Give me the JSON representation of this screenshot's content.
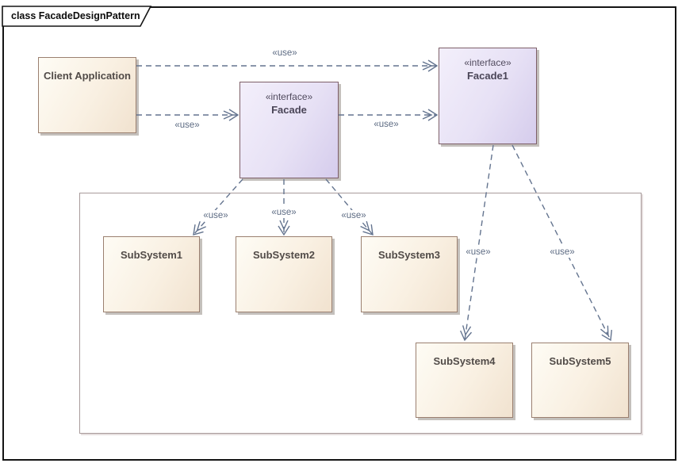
{
  "frame": {
    "label": "class FacadeDesignPattern"
  },
  "nodes": {
    "client": {
      "name": "Client Application"
    },
    "facade": {
      "stereotype": "«interface»",
      "name": "Facade"
    },
    "facade1": {
      "stereotype": "«interface»",
      "name": "Facade1"
    },
    "sub1": {
      "name": "SubSystem1"
    },
    "sub2": {
      "name": "SubSystem2"
    },
    "sub3": {
      "name": "SubSystem3"
    },
    "sub4": {
      "name": "SubSystem4"
    },
    "sub5": {
      "name": "SubSystem5"
    }
  },
  "edges": {
    "type": "dashed-dependency-open-arrow",
    "list": [
      {
        "from": "Client Application",
        "to": "Facade1",
        "label": "«use»"
      },
      {
        "from": "Client Application",
        "to": "Facade",
        "label": "«use»"
      },
      {
        "from": "Facade",
        "to": "Facade1",
        "label": "«use»"
      },
      {
        "from": "Facade",
        "to": "SubSystem1",
        "label": "«use»"
      },
      {
        "from": "Facade",
        "to": "SubSystem2",
        "label": "«use»"
      },
      {
        "from": "Facade",
        "to": "SubSystem3",
        "label": "«use»"
      },
      {
        "from": "Facade1",
        "to": "SubSystem4",
        "label": "«use»"
      },
      {
        "from": "Facade1",
        "to": "SubSystem5",
        "label": "«use»"
      }
    ]
  },
  "colors": {
    "frame_border": "#141414",
    "class_fill_light": "#fefcf5",
    "class_fill_dark": "#f1e2cf",
    "class_border": "#9b8070",
    "interface_fill_light": "#f3effb",
    "interface_fill_dark": "#d5ccec",
    "interface_border": "#7d5f68",
    "boundary_border": "#a89a9a",
    "connector": "#64748f",
    "label_text": "#5d6b83",
    "name_text": "#514b48",
    "shadow": "#c4c0bc"
  }
}
